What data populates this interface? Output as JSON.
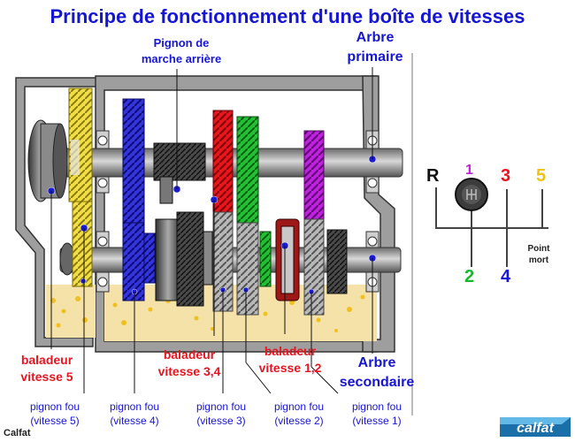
{
  "title": "Principe de fonctionnement d'une boîte de vitesses",
  "labels": {
    "reverse_pinion_line1": "Pignon de",
    "reverse_pinion_line2": "marche arrière",
    "primary_shaft_line1": "Arbre",
    "primary_shaft_line2": "primaire",
    "secondary_shaft_line1": "Arbre",
    "secondary_shaft_line2": "secondaire",
    "slider5_line1": "baladeur",
    "slider5_line2": "vitesse 5",
    "slider34_line1": "baladeur",
    "slider34_line2": "vitesse 3,4",
    "slider12_line1": "baladeur",
    "slider12_line2": "vitesse 1,2",
    "idle5_line1": "pignon fou",
    "idle5_line2": "(vitesse 5)",
    "idle4_line1": "pignon fou",
    "idle4_line2": "(vitesse 4)",
    "idle3_line1": "pignon fou",
    "idle3_line2": "(vitesse 3)",
    "idle2_line1": "pignon fou",
    "idle2_line2": "(vitesse 2)",
    "idle1_line1": "pignon fou",
    "idle1_line2": "(vitesse 1)"
  },
  "shift_pattern": {
    "reverse": "R",
    "g1": "1",
    "g2": "2",
    "g3": "3",
    "g4": "4",
    "g5": "5",
    "neutral_line1": "Point",
    "neutral_line2": "mort"
  },
  "credit": "Calfat",
  "logo_text": "calfat",
  "colors": {
    "title": "#1515d6",
    "red_label": "#e8141e",
    "gear5": "#f5e04a",
    "gear4": "#3838e0",
    "gear3": "#e8141e",
    "gear2": "#17b82e",
    "gear1": "#c21ee0",
    "oil": "#f5e2a8"
  }
}
